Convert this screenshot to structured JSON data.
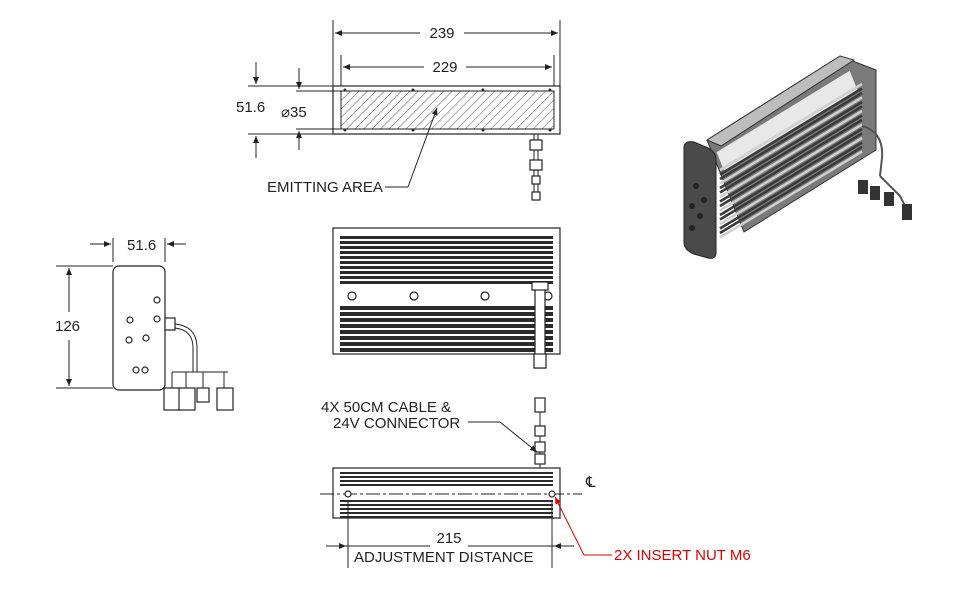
{
  "colors": {
    "line": "#222222",
    "red": "#e00000",
    "body_dark": "#3a3a3a",
    "body_mid": "#6b6b6b",
    "body_light": "#d6d6d6"
  },
  "top_view": {
    "overall_width": "239",
    "inner_width": "229",
    "height": "51.6",
    "diameter": "⌀35",
    "emitting_label": "EMITTING AREA"
  },
  "side_view": {
    "width": "51.6",
    "height": "126"
  },
  "bottom_view": {
    "cable_note_line1": "4X 50CM CABLE &",
    "cable_note_line2": "24V CONNECTOR",
    "centerline_symbol": "℄",
    "adjust_value": "215",
    "adjust_label": "ADJUSTMENT DISTANCE",
    "nut_label": "2X INSERT NUT M6"
  },
  "icons": {
    "centerline": "centerline-icon",
    "diameter": "diameter-icon"
  }
}
